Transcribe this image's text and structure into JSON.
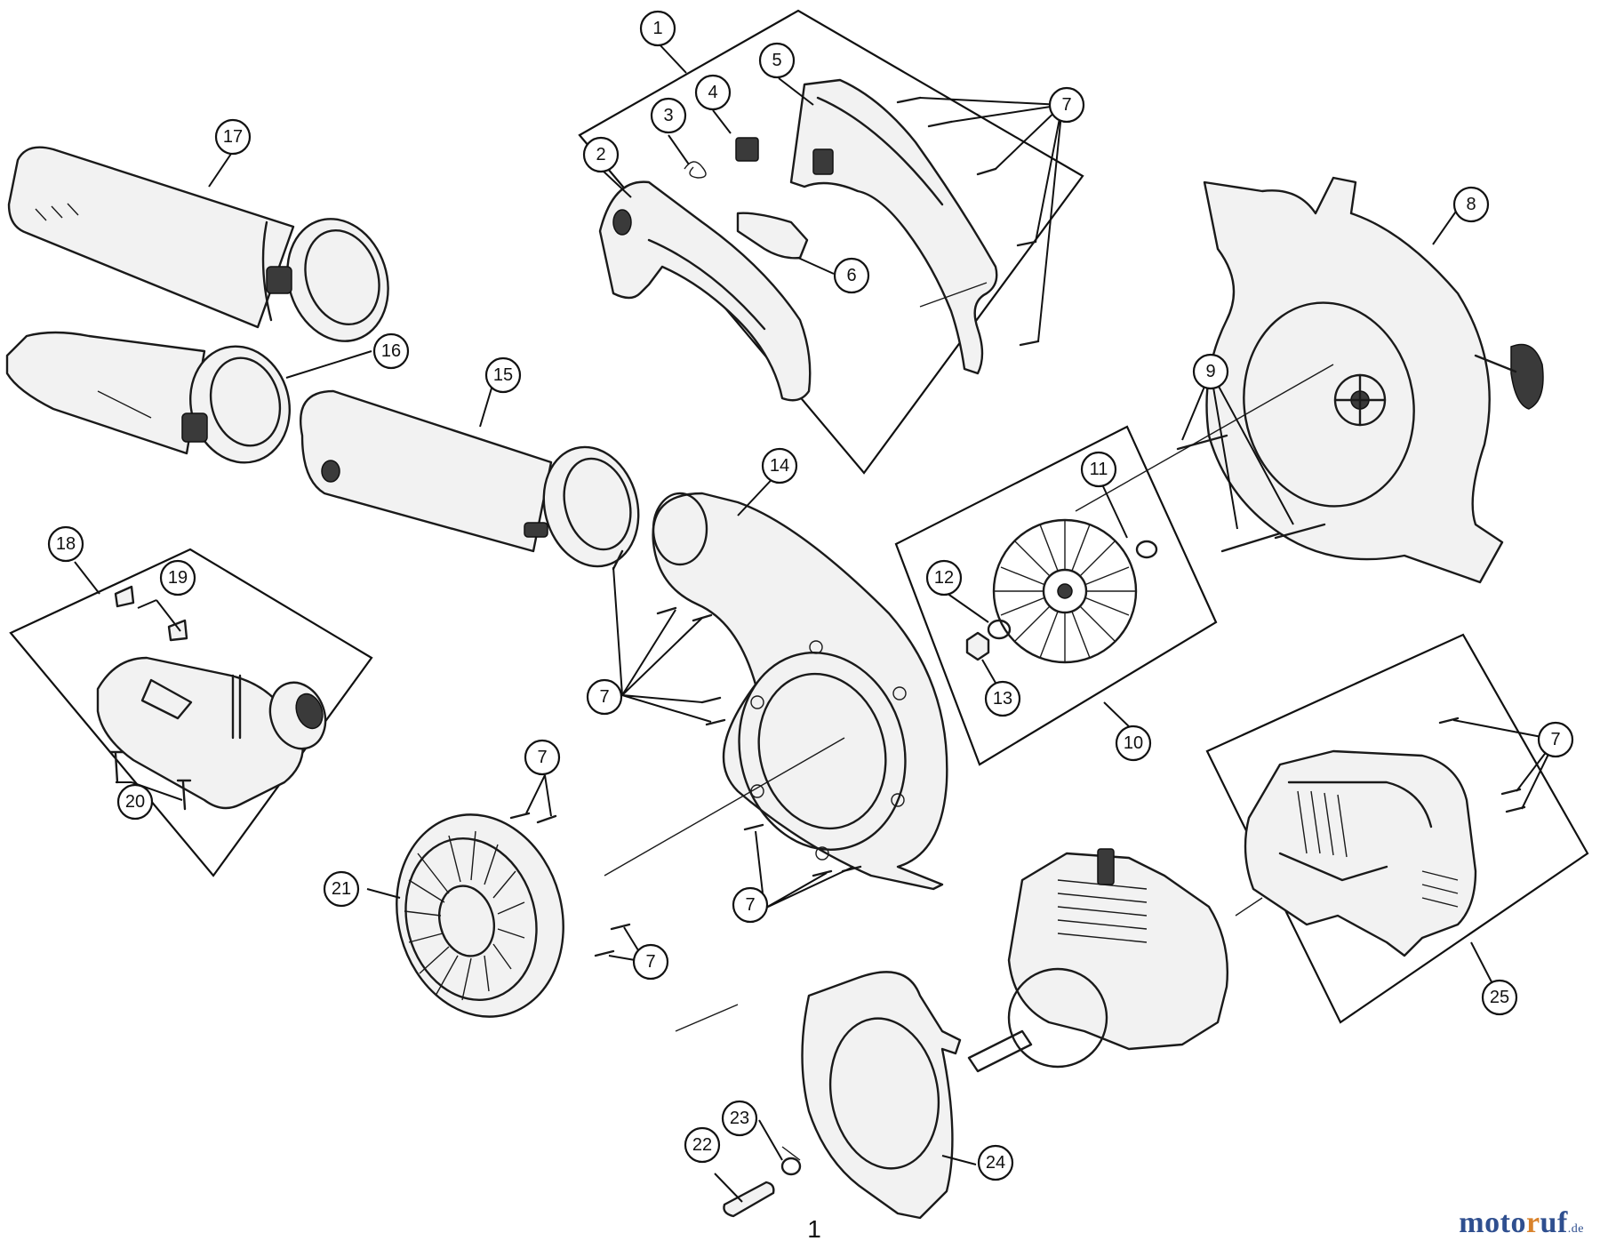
{
  "figure_label": "1",
  "watermark": {
    "p1": "moto",
    "p2": "r",
    "p3": "uf",
    "tld": ".de"
  },
  "callouts": [
    {
      "n": "1"
    },
    {
      "n": "2"
    },
    {
      "n": "3"
    },
    {
      "n": "4"
    },
    {
      "n": "5"
    },
    {
      "n": "7"
    },
    {
      "n": "6"
    },
    {
      "n": "8"
    },
    {
      "n": "9"
    },
    {
      "n": "17"
    },
    {
      "n": "16"
    },
    {
      "n": "15"
    },
    {
      "n": "14"
    },
    {
      "n": "11"
    },
    {
      "n": "12"
    },
    {
      "n": "13"
    },
    {
      "n": "10"
    },
    {
      "n": "18"
    },
    {
      "n": "19"
    },
    {
      "n": "20"
    },
    {
      "n": "7"
    },
    {
      "n": "7"
    },
    {
      "n": "21"
    },
    {
      "n": "7"
    },
    {
      "n": "7"
    },
    {
      "n": "7"
    },
    {
      "n": "25"
    },
    {
      "n": "22"
    },
    {
      "n": "23"
    },
    {
      "n": "24"
    }
  ]
}
